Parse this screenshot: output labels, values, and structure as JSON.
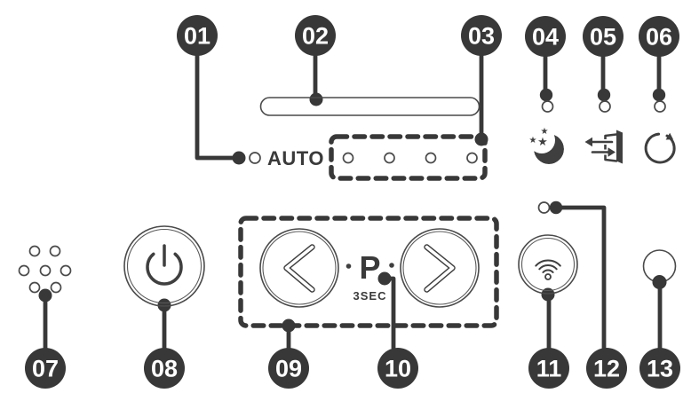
{
  "figure": {
    "kind": "control-panel-callout-diagram",
    "background_color": "#ffffff",
    "ink_color": "#383838",
    "panel_stroke_color": "#4a4a4a"
  },
  "callouts": {
    "labels": [
      "01",
      "02",
      "03",
      "04",
      "05",
      "06",
      "07",
      "08",
      "09",
      "10",
      "11",
      "12",
      "13"
    ]
  },
  "panel": {
    "auto_label": "AUTO",
    "program_letter": "P",
    "hold_time_label": "3SEC",
    "star_glyph": "★",
    "display_led_count": 4,
    "icons": [
      "auto-led",
      "display-bar",
      "fan-level-leds",
      "sleep-moon-icon",
      "exit-vent-icon",
      "rotate-cw-icon",
      "mist-outlet-icon",
      "power-icon",
      "chevron-left-icon",
      "chevron-right-icon",
      "wifi-icon",
      "status-led",
      "ring-indicator"
    ]
  }
}
